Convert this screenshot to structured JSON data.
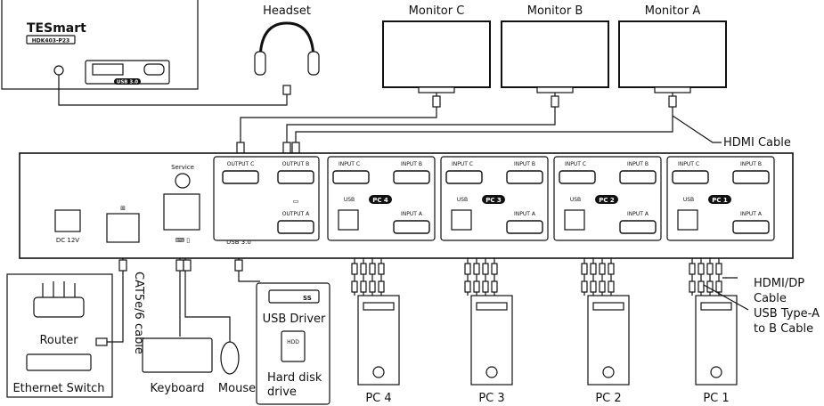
{
  "front_panel": {
    "brand": "TESmart",
    "model": "HDK403-P23",
    "usb_label": "USB 3.0"
  },
  "devices": {
    "headset": "Headset",
    "monitor_c": "Monitor C",
    "monitor_b": "Monitor B",
    "monitor_a": "Monitor A",
    "hdmi_cable": "HDMI Cable",
    "router": "Router",
    "ethernet_switch": "Ethernet Switch",
    "cat_cable": "CAT5e/6 cable",
    "keyboard": "Keyboard",
    "mouse": "Mouse",
    "usb_driver": "USB Driver",
    "hdd_icon_text": "HDD",
    "hard_disk_line1": "Hard disk",
    "hard_disk_line2": "drive",
    "hdmi_dp_line1": "HDMI/DP",
    "hdmi_dp_line2": "Cable",
    "usb_typea_line1": "USB Type-A",
    "usb_typea_line2": "to B Cable",
    "usb_ss_icon": "SS"
  },
  "rear_panel": {
    "dc": "DC 12V",
    "service": "Service",
    "usb30": "USB 3.0",
    "output_c": "OUTPUT C",
    "output_b": "OUTPUT B",
    "output_a": "OUTPUT A",
    "input_c": "INPUT C",
    "input_b": "INPUT B",
    "input_a": "INPUT A",
    "usb": "USB",
    "pc_tags": [
      "PC 4",
      "PC 3",
      "PC 2",
      "PC 1"
    ]
  },
  "pcs": [
    "PC 4",
    "PC 3",
    "PC 2",
    "PC 1"
  ]
}
